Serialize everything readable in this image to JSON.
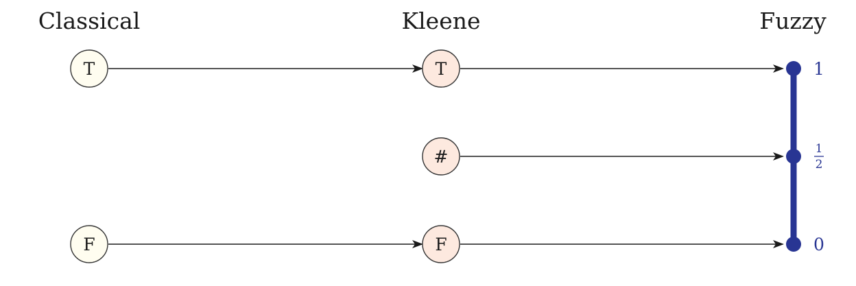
{
  "headings": {
    "classical": "Classical",
    "kleene": "Kleene",
    "fuzzy": "Fuzzy"
  },
  "classical": {
    "true_label": "T",
    "false_label": "F"
  },
  "kleene": {
    "true_label": "T",
    "unknown_label": "#",
    "false_label": "F"
  },
  "fuzzy": {
    "top_label": "1",
    "half_numerator": "1",
    "half_denominator": "2",
    "bottom_label": "0"
  },
  "colors": {
    "classical_fill": "#fffdf0",
    "kleene_fill": "#fde9df",
    "node_stroke": "#333333",
    "scale_blue": "#283593",
    "arrow": "#1a1a1a"
  }
}
